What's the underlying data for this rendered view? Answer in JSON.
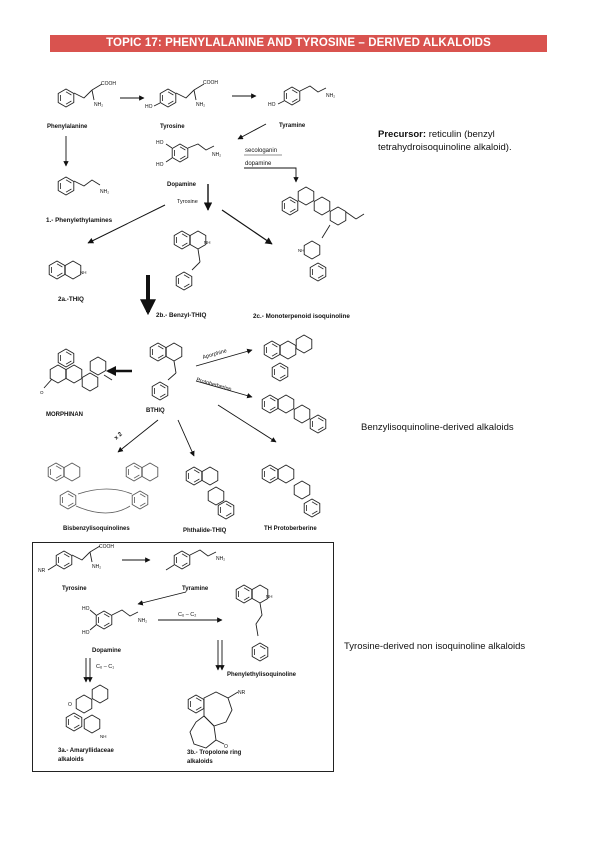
{
  "header": {
    "title": "TOPIC 17: PHENYLALANINE AND TYROSINE – DERIVED ALKALOIDS"
  },
  "notes": {
    "precursor_label": "Precursor:",
    "precursor_text_1": " reticulin (benzyl",
    "precursor_text_2": "tetrahydroisoquinoline alkaloid).",
    "benzyl_derived": "Benzylisoquinoline-derived alkaloids",
    "tyrosine_derived": "Tyrosine-derived non isoquinoline alkaloids"
  },
  "top_scheme": {
    "phenylalanine": "Phenylalanine",
    "tyrosine": "Tyrosine",
    "tyramine": "Tyramine",
    "dopamine": "Dopamine",
    "tyrosine_arrow": "Tyrosine",
    "secologanin": "secologanin",
    "dopamine_arrow": "dopamine",
    "phenylethylamines": "1.- Phenylethylamines",
    "thiq": "2a.-THIQ",
    "benzyl_thiq": "2b.- Benzyl-THIQ",
    "monoterpenoid": "2c.- Monoterpenoid isoquinoline",
    "cooh": "COOH",
    "nh2": "NH₂",
    "ho": "HO",
    "nh": "NH"
  },
  "middle_scheme": {
    "morphinan": "MORPHINAN",
    "bthiq": "BTHIQ",
    "aporphine": "Aporphine",
    "protoberberine": "Protoberberine",
    "x2": "x 2",
    "bisbenzyl": "Bisbenzylisoquinolines",
    "phthalide": "Phthalide-THIQ",
    "th_protoberberine": "TH Protoberberine"
  },
  "bottom_scheme": {
    "tyrosine": "Tyrosine",
    "tyramine": "Tyramine",
    "dopamine": "Dopamine",
    "c6c2": "C₆ – C₂",
    "c6c1": "C₆ – C₁",
    "phenylethylisoquinoline": "Phenylethylisoquinoline",
    "amaryllidaceae_1": "3a.- Amaryllidaceae",
    "amaryllidaceae_2": "alkaloids",
    "tropolone_1": "3b.- Tropolone ring",
    "tropolone_2": "alkaloids",
    "nr": "NR",
    "o": "O"
  }
}
